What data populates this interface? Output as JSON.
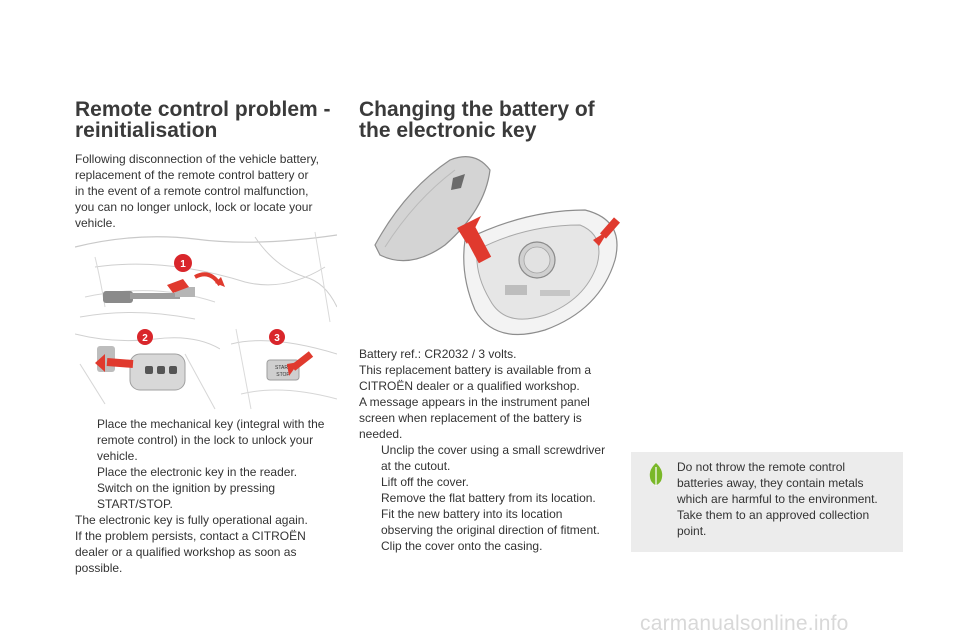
{
  "left": {
    "title_line1": "Remote control problem -",
    "title_line2": "reinitialisation",
    "intro": [
      "Following disconnection of the vehicle battery,",
      "replacement of the remote control battery or",
      "in the event of a remote control malfunction,",
      "you can no longer unlock, lock or locate your",
      "vehicle."
    ],
    "bullets": [
      [
        "Place the mechanical key (integral with the",
        "remote control) in the lock to unlock your",
        "vehicle."
      ],
      [
        "Place the electronic key in the reader."
      ],
      [
        "Switch on the ignition by pressing",
        "START/STOP."
      ]
    ],
    "outro": [
      "The electronic key is fully operational again.",
      "If the problem persists, contact a CITROËN",
      "dealer or a qualified workshop as soon as",
      "possible."
    ],
    "badges": [
      "1",
      "2",
      "3"
    ],
    "start_label_1": "START",
    "start_label_2": "STOP"
  },
  "middle": {
    "title_line1": "Changing the battery of",
    "title_line2": "the electronic key",
    "text": [
      "Battery ref.: CR2032 / 3 volts.",
      "This replacement battery is available from a",
      "CITROËN dealer or a qualified workshop.",
      "A message appears in the instrument panel",
      "screen when replacement of the battery is",
      "needed."
    ],
    "bullets": [
      [
        "Unclip the cover using a small screwdriver",
        "at the cutout."
      ],
      [
        "Lift off the cover."
      ],
      [
        "Remove the flat battery from its location."
      ],
      [
        "Fit the new battery into its location",
        "observing the original direction of fitment."
      ],
      [
        "Clip the cover onto the casing."
      ]
    ]
  },
  "note": {
    "lines": [
      "Do not throw the remote control",
      "batteries away, they contain metals",
      "which are harmful to the environment.",
      "Take them to an approved collection",
      "point."
    ]
  },
  "bullet_marker": "",
  "colors": {
    "badge_red": "#d9262b",
    "arrow_red": "#e03a2e",
    "note_bg": "#ececec",
    "leaf_green": "#7ab829"
  },
  "icons": {
    "note": "leaf-icon"
  },
  "watermark": "carmanualsonline.info"
}
